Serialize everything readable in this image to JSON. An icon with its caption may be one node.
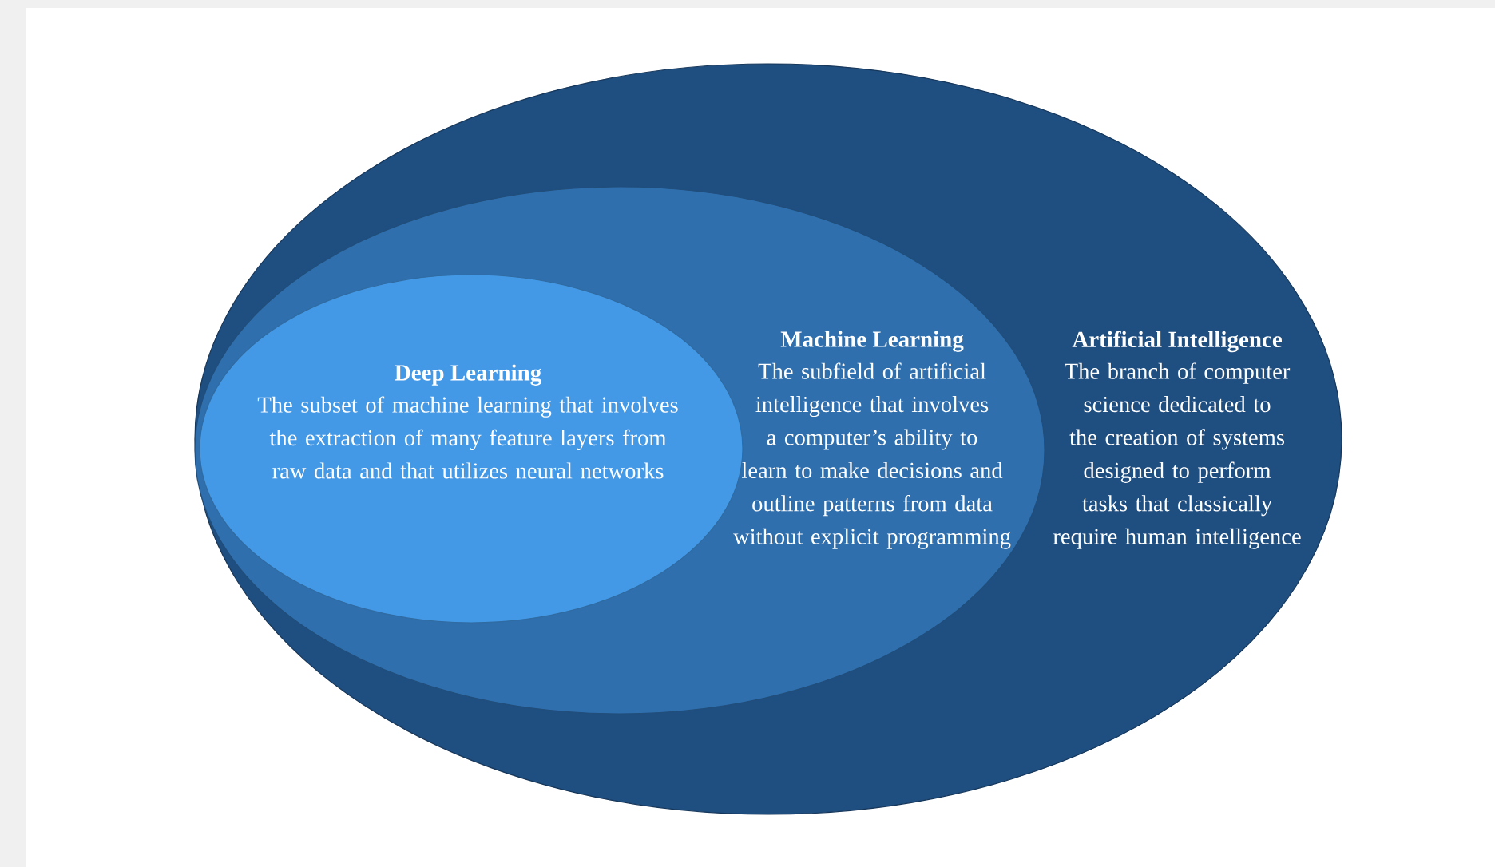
{
  "diagram": {
    "nodes": [
      {
        "text": [
          "Artificial Intelligence",
          "The branch of computer science dedicated to the creation of systems designed to perform tasks that classically require human intelligence"
        ]
      },
      {
        "text": [
          "Machine Learning",
          "The subfield of artificial intelligence that involves a computer’s ability to learn to make decisions and outline patterns from data without explicit programming"
        ],
        "in": 0
      },
      {
        "text": [
          "Deep Learning",
          "The subset of machine learning that involves the extraction of many feature layers from raw data and that utilizes neural networks"
        ],
        "in": 1
      }
    ]
  }
}
